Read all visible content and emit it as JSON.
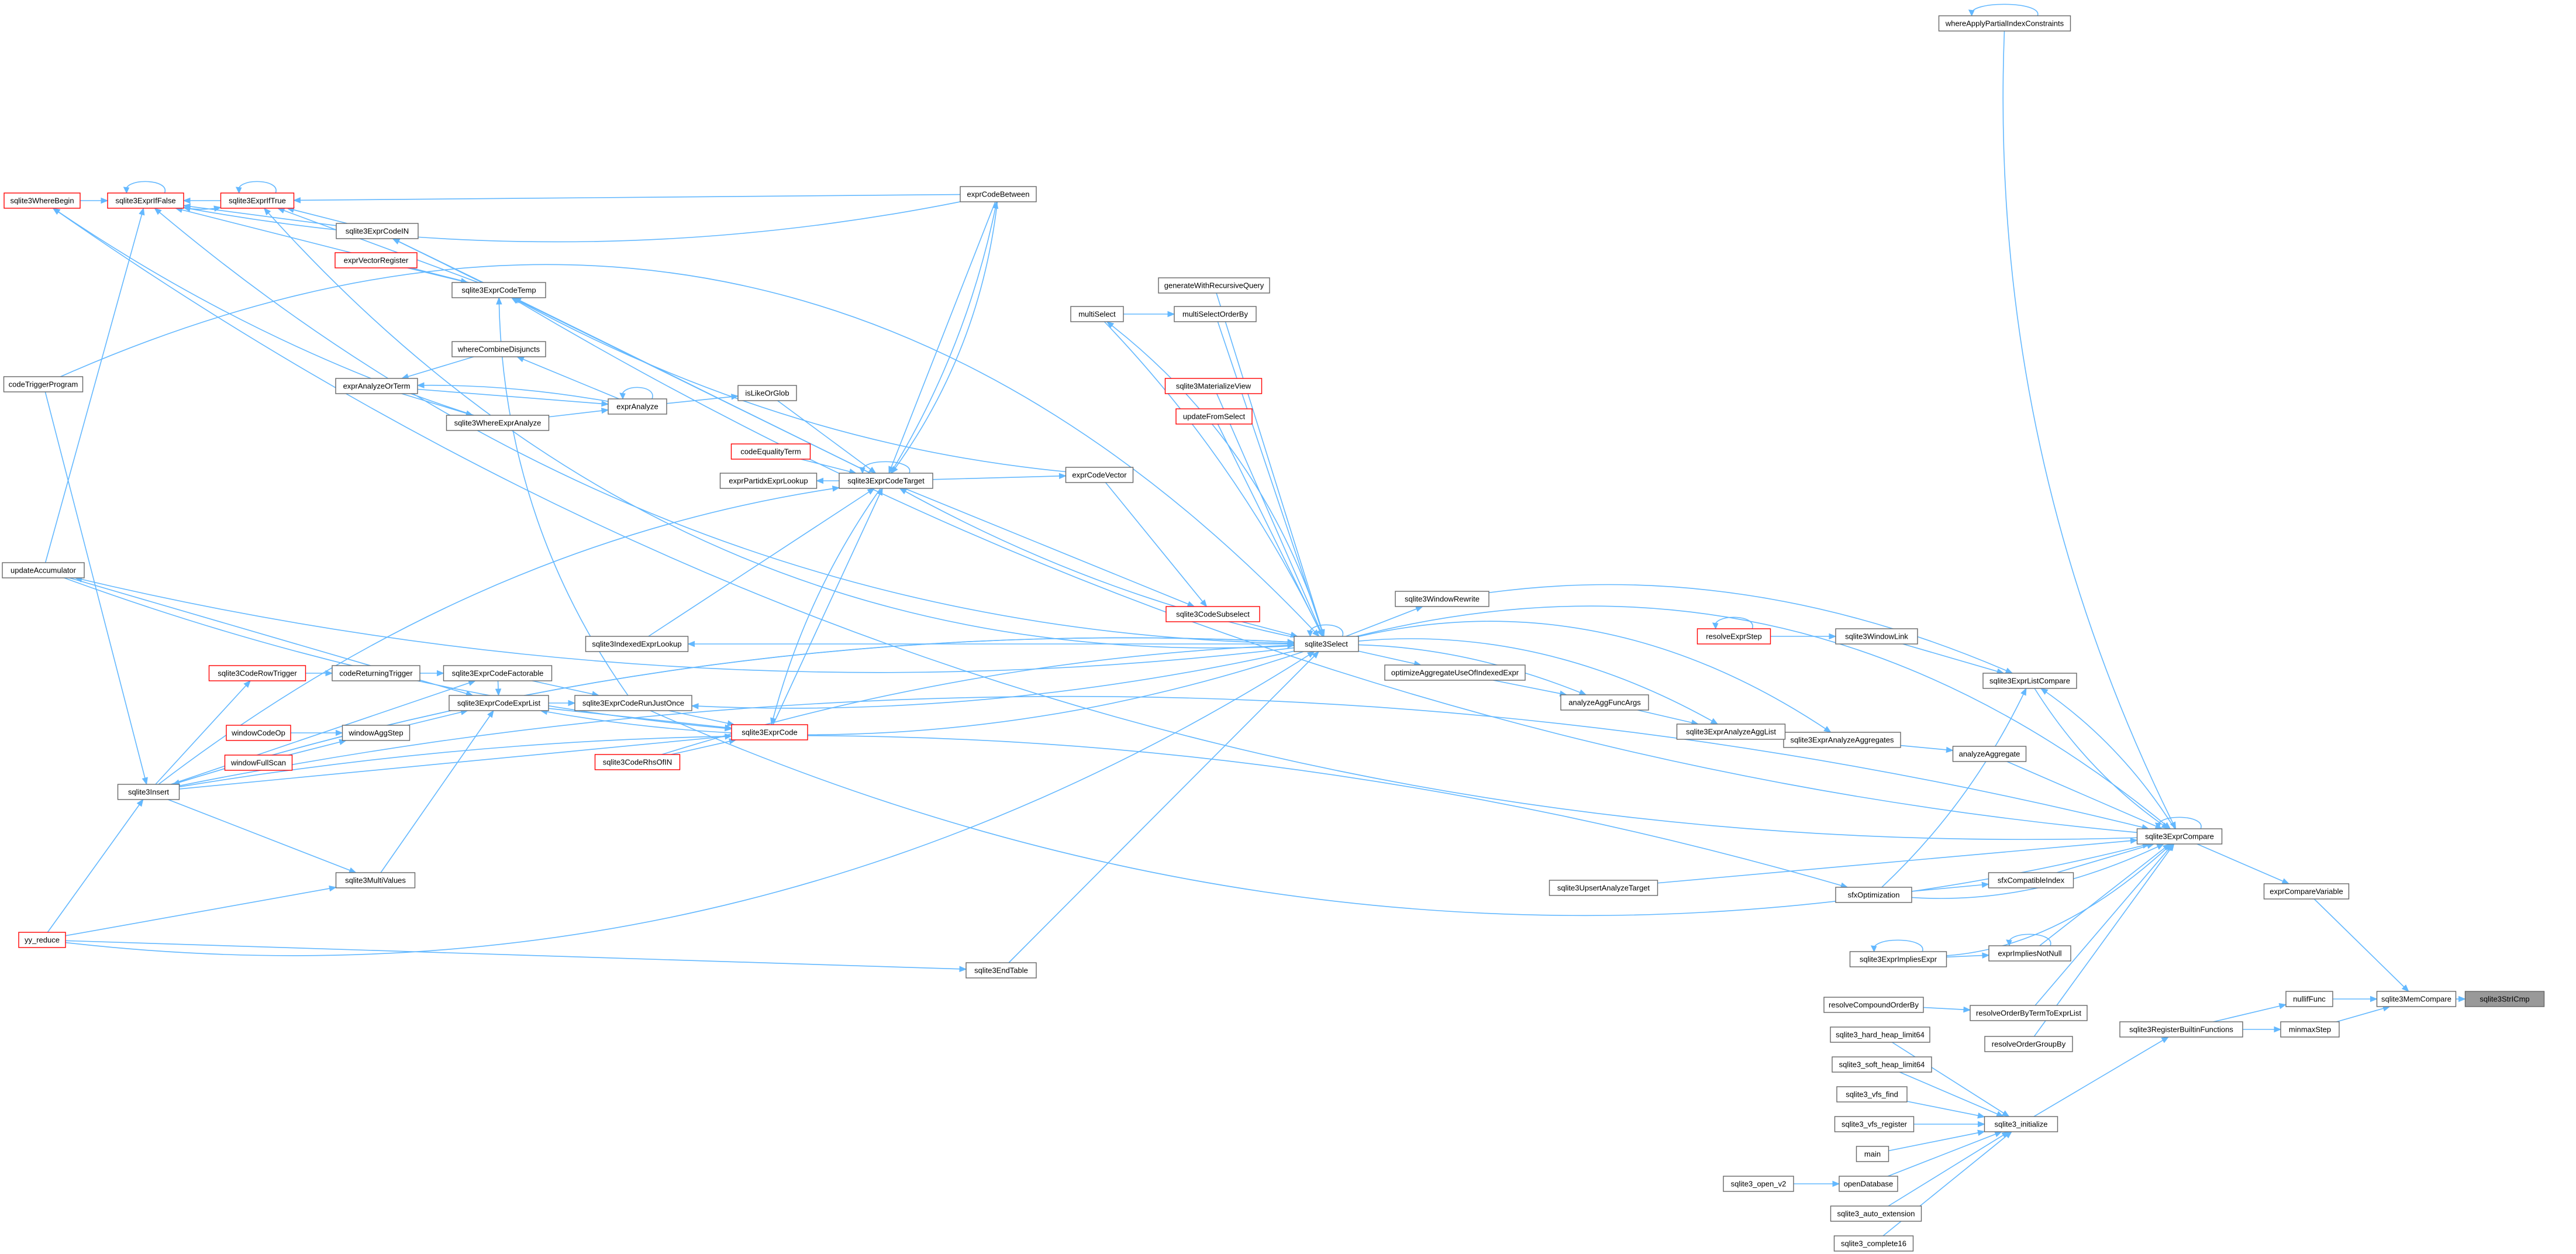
{
  "diagram": {
    "nodes": [
      {
        "id": "sqlite3StrICmp",
        "label": "sqlite3StrICmp",
        "style": "hl"
      },
      {
        "id": "sqlite3MemCompare",
        "label": "sqlite3MemCompare"
      },
      {
        "id": "exprCompareVariable",
        "label": "exprCompareVariable"
      },
      {
        "id": "nullifFunc",
        "label": "nullifFunc"
      },
      {
        "id": "minmaxStep",
        "label": "minmaxStep"
      },
      {
        "id": "sqlite3ExprCompare",
        "label": "sqlite3ExprCompare"
      },
      {
        "id": "sqlite3RegisterBuiltinFunctions",
        "label": "sqlite3RegisterBuiltinFunctions"
      },
      {
        "id": "sqlite3_initialize",
        "label": "sqlite3_initialize"
      },
      {
        "id": "whereApplyPartialIndexConstraints",
        "label": "whereApplyPartialIndexConstraints"
      },
      {
        "id": "sqlite3ExprListCompare",
        "label": "sqlite3ExprListCompare"
      },
      {
        "id": "analyzeAggregate",
        "label": "analyzeAggregate"
      },
      {
        "id": "sqlite3ExprAnalyzeAggregates",
        "label": "sqlite3ExprAnalyzeAggregates"
      },
      {
        "id": "sqlite3ExprAnalyzeAggList",
        "label": "sqlite3ExprAnalyzeAggList"
      },
      {
        "id": "analyzeAggFuncArgs",
        "label": "analyzeAggFuncArgs"
      },
      {
        "id": "optimizeAggregateUseOfIndexedExpr",
        "label": "optimizeAggregateUseOfIndexedExpr"
      },
      {
        "id": "sqlite3WindowLink",
        "label": "sqlite3WindowLink"
      },
      {
        "id": "resolveExprStep",
        "label": "resolveExprStep",
        "style": "red"
      },
      {
        "id": "sqlite3WindowRewrite",
        "label": "sqlite3WindowRewrite"
      },
      {
        "id": "sqlite3Select",
        "label": "sqlite3Select"
      },
      {
        "id": "exprCompatibleIndex",
        "label": "sfxCompatibleIndex"
      },
      {
        "id": "sfxOptimization",
        "label": "sfxOptimization"
      },
      {
        "id": "exprImpliesNotNull",
        "label": "exprImpliesNotNull"
      },
      {
        "id": "sqlite3ExprImpliesExpr",
        "label": "sqlite3ExprImpliesExpr"
      },
      {
        "id": "resolveOrderByTermToExprList",
        "label": "resolveOrderByTermToExprList"
      },
      {
        "id": "resolveCompoundOrderBy",
        "label": "resolveCompoundOrderBy"
      },
      {
        "id": "resolveOrderGroupBy",
        "label": "resolveOrderGroupBy"
      },
      {
        "id": "sqlite3UpsertAnalyzeTarget",
        "label": "sqlite3UpsertAnalyzeTarget"
      },
      {
        "id": "sqlite3_hard_heap_limit64",
        "label": "sqlite3_hard_heap_limit64"
      },
      {
        "id": "sqlite3_soft_heap_limit64",
        "label": "sqlite3_soft_heap_limit64"
      },
      {
        "id": "sqlite3_vfs_find",
        "label": "sqlite3_vfs_find"
      },
      {
        "id": "sqlite3_vfs_register",
        "label": "sqlite3_vfs_register"
      },
      {
        "id": "main",
        "label": "main"
      },
      {
        "id": "openDatabase",
        "label": "openDatabase"
      },
      {
        "id": "sqlite3_open_v2",
        "label": "sqlite3_open_v2"
      },
      {
        "id": "sqlite3_auto_extension",
        "label": "sqlite3_auto_extension"
      },
      {
        "id": "sqlite3_complete16",
        "label": "sqlite3_complete16"
      },
      {
        "id": "generateWithRecursiveQuery",
        "label": "generateWithRecursiveQuery"
      },
      {
        "id": "multiSelectOrderBy",
        "label": "multiSelectOrderBy"
      },
      {
        "id": "multiSelect",
        "label": "multiSelect"
      },
      {
        "id": "sqlite3MaterializeView",
        "label": "sqlite3MaterializeView",
        "style": "red"
      },
      {
        "id": "updateFromSelect",
        "label": "updateFromSelect",
        "style": "red"
      },
      {
        "id": "sqlite3CodeSubselect",
        "label": "sqlite3CodeSubselect",
        "style": "red"
      },
      {
        "id": "exprCodeVector",
        "label": "exprCodeVector"
      },
      {
        "id": "exprCodeBetween",
        "label": "exprCodeBetween"
      },
      {
        "id": "sqlite3ExprCodeTarget",
        "label": "sqlite3ExprCodeTarget"
      },
      {
        "id": "codeEquality",
        "label": "codeEqualityTerm",
        "style": "red"
      },
      {
        "id": "exprPartidxExprLookup",
        "label": "exprPartidxExprLookup"
      },
      {
        "id": "isLikeOrGlob",
        "label": "isLikeOrGlob"
      },
      {
        "id": "exprAnalyze",
        "label": "exprAnalyze"
      },
      {
        "id": "whereCombineDisjuncts",
        "label": "whereCombineDisjuncts"
      },
      {
        "id": "exprAnalyzeOrTerm",
        "label": "exprAnalyzeOrTerm"
      },
      {
        "id": "sqlite3WhereExprAnalyze",
        "label": "sqlite3WhereExprAnalyze"
      },
      {
        "id": "sqlite3IndexedExprLookup",
        "label": "sqlite3IndexedExprLookup"
      },
      {
        "id": "sqlite3ExprCode",
        "label": "sqlite3ExprCode",
        "style": "red"
      },
      {
        "id": "sqlite3ExprCodeRunJustOnce",
        "label": "sqlite3ExprCodeRunJustOnce"
      },
      {
        "id": "sqlite3CodeRhsOfIN",
        "label": "sqlite3CodeRhsOfIN",
        "style": "red"
      },
      {
        "id": "sqlite3ExprCodeExprList",
        "label": "sqlite3ExprCodeExprList"
      },
      {
        "id": "sqlite3ExprCodeFactorable",
        "label": "sqlite3ExprCodeFactorable"
      },
      {
        "id": "codeReturningTrigger",
        "label": "codeReturningTrigger"
      },
      {
        "id": "sqlite3CodeRowTrigger",
        "label": "sqlite3CodeRowTrigger",
        "style": "red"
      },
      {
        "id": "windowAggStep",
        "label": "windowAggStep"
      },
      {
        "id": "windowCodeOp",
        "label": "windowCodeOp",
        "style": "red"
      },
      {
        "id": "windowFullScan",
        "label": "windowFullScan",
        "style": "red"
      },
      {
        "id": "sqlite3MultiValues",
        "label": "sqlite3MultiValues"
      },
      {
        "id": "sqlite3EndTable",
        "label": "sqlite3EndTable"
      },
      {
        "id": "sqlite3Insert",
        "label": "sqlite3Insert"
      },
      {
        "id": "yy_reduce",
        "label": "yy_reduce",
        "style": "red"
      },
      {
        "id": "updateAccumulator",
        "label": "updateAccumulator"
      },
      {
        "id": "codeTriggerProgram",
        "label": "codeTriggerProgram"
      },
      {
        "id": "sqlite3WhereBegin",
        "label": "sqlite3WhereBegin",
        "style": "red"
      },
      {
        "id": "sqlite3ExprIfFalse",
        "label": "sqlite3ExprIfFalse",
        "style": "red"
      },
      {
        "id": "sqlite3ExprIfTrue",
        "label": "sqlite3ExprIfTrue",
        "style": "red"
      },
      {
        "id": "sqlite3ExprCodeIN",
        "label": "sqlite3ExprCodeIN"
      },
      {
        "id": "exprVectorRegister",
        "label": "exprVectorRegister",
        "style": "red"
      },
      {
        "id": "sqlite3ExprCodeTemp",
        "label": "sqlite3ExprCodeTemp"
      }
    ]
  }
}
